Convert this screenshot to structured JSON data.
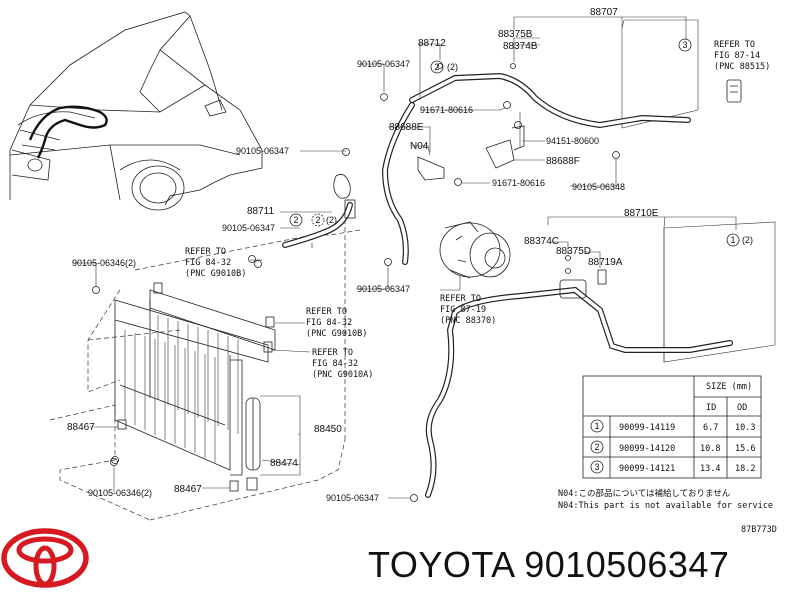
{
  "parts": {
    "p88707": "88707",
    "p88712": "88712",
    "p88375B": "88375B",
    "p88374B": "88374B",
    "p88688E": "88688E",
    "pN04": "N04",
    "p88688F": "88688F",
    "p88711": "88711",
    "p88710E": "88710E",
    "p88374C": "88374C",
    "p88375D": "88375D",
    "p88719A": "88719A",
    "p88450": "88450",
    "p88467a": "88467",
    "p88467b": "88467",
    "p88474": "88474",
    "b90105_06347_top": "90105-06347",
    "b90105_06347_mid": "90105-06347",
    "b90105_06347_left": "90105-06347",
    "b90105_06347_comp": "90105-06347",
    "b90105_06347_bottom": "90105-06347",
    "b90105_06348": "90105-06348",
    "b91671_80616_a": "91671-80616",
    "b91671_80616_b": "91671-80616",
    "b94151_80600": "94151-80600",
    "b90105_06346_top": "90105-06346(2)",
    "b90105_06346_bottom": "90105-06346(2)"
  },
  "circled_qty": {
    "c2_88712": "(2)",
    "c2_88711": "(2)",
    "c1_88710E": "(2)"
  },
  "circle_numbers": [
    "1",
    "2",
    "3"
  ],
  "refs": {
    "r1": [
      "REFER TO",
      "FIG 87-14",
      "(PNC 88515)"
    ],
    "r2": [
      "REFER TO",
      "FIG 84-32",
      "(PNC G9010B)"
    ],
    "r3": [
      "REFER TO",
      "FIG 84-32",
      "(PNC G9010B)"
    ],
    "r4": [
      "REFER TO",
      "FIG 84-32",
      "(PNC G9010A)"
    ],
    "r5": [
      "REFER TO",
      "FIG 87-19",
      "(PNC 88370)"
    ]
  },
  "size_table": {
    "title": "SIZE (mm)",
    "col_id": "ID",
    "col_od": "OD",
    "rows": [
      {
        "ref": "1",
        "part": "90099-14119",
        "id": "6.7",
        "od": "10.3"
      },
      {
        "ref": "2",
        "part": "90099-14120",
        "id": "10.8",
        "od": "15.6"
      },
      {
        "ref": "3",
        "part": "90099-14121",
        "id": "13.4",
        "od": "18.2"
      }
    ]
  },
  "notes": {
    "jp": "N04:この部品については補給しておりません",
    "en": "N04:This part is not available for service"
  },
  "figure_code": "87B773D",
  "brand": {
    "text": "TOYOTA 9010506347",
    "logo_color": "#d71921"
  }
}
